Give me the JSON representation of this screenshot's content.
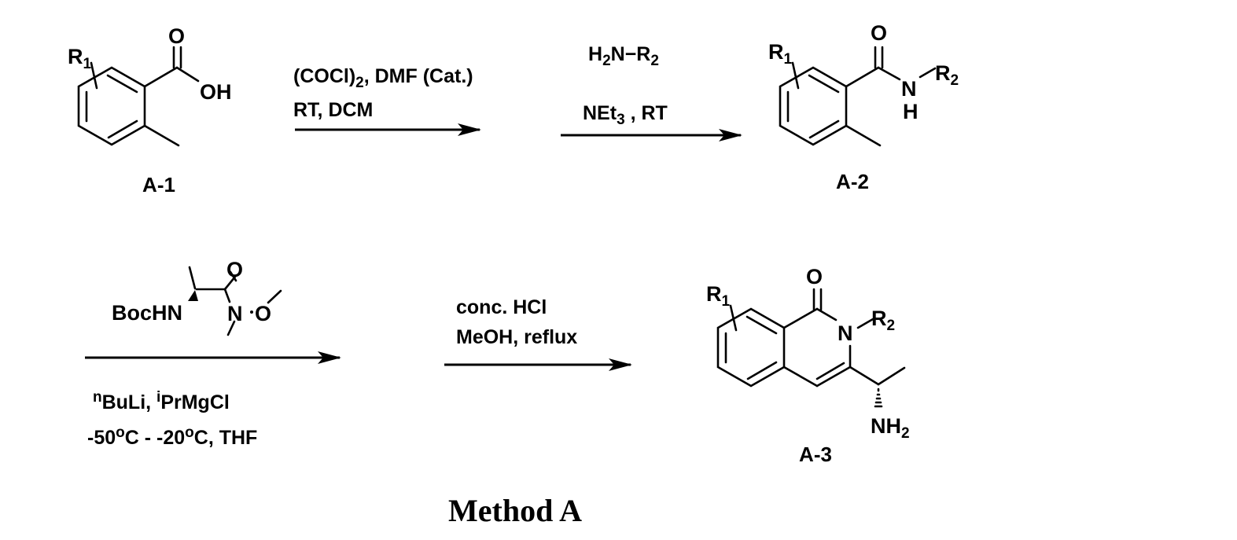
{
  "title": "Method A",
  "compounds": {
    "a1": {
      "label": "A-1",
      "r1": "R",
      "r1_sub": "1",
      "carbonyl_o": "O",
      "oh": "OH"
    },
    "a2": {
      "label": "A-2",
      "r1": "R",
      "r1_sub": "1",
      "carbonyl_o": "O",
      "n": "N",
      "h": "H",
      "r2": "R",
      "r2_sub": "2"
    },
    "a3": {
      "label": "A-3",
      "r1": "R",
      "r1_sub": "1",
      "carbonyl_o": "O",
      "n": "N",
      "r2": "R",
      "r2_sub": "2",
      "nh": "NH",
      "nh_sub": "2"
    }
  },
  "steps": {
    "step1": {
      "line1_part1": "(COCl)",
      "line1_sub": "2",
      "line1_part2": ", DMF (Cat.)",
      "line2": "RT, DCM"
    },
    "step2": {
      "reagent_h": "H",
      "reagent_h_sub": "2",
      "reagent_rest": "N−R",
      "reagent_r_sub": "2",
      "cond_part1": "NEt",
      "cond_sub": "3",
      "cond_part2": " , RT"
    },
    "step3": {
      "reagent": {
        "bochn": "BocHN",
        "o_carbonyl": "O",
        "n": "N",
        "o_methoxy": "O"
      },
      "line1_sup1": "n",
      "line1_part1": "BuLi, ",
      "line1_sup2": "i",
      "line1_part2": "PrMgCl",
      "line2_part1": "-50",
      "line2_sup1": "o",
      "line2_part2": "C - -20",
      "line2_sup2": "o",
      "line2_part3": "C, THF"
    },
    "step4": {
      "line1": "conc. HCl",
      "line2": "MeOH, reflux"
    }
  }
}
